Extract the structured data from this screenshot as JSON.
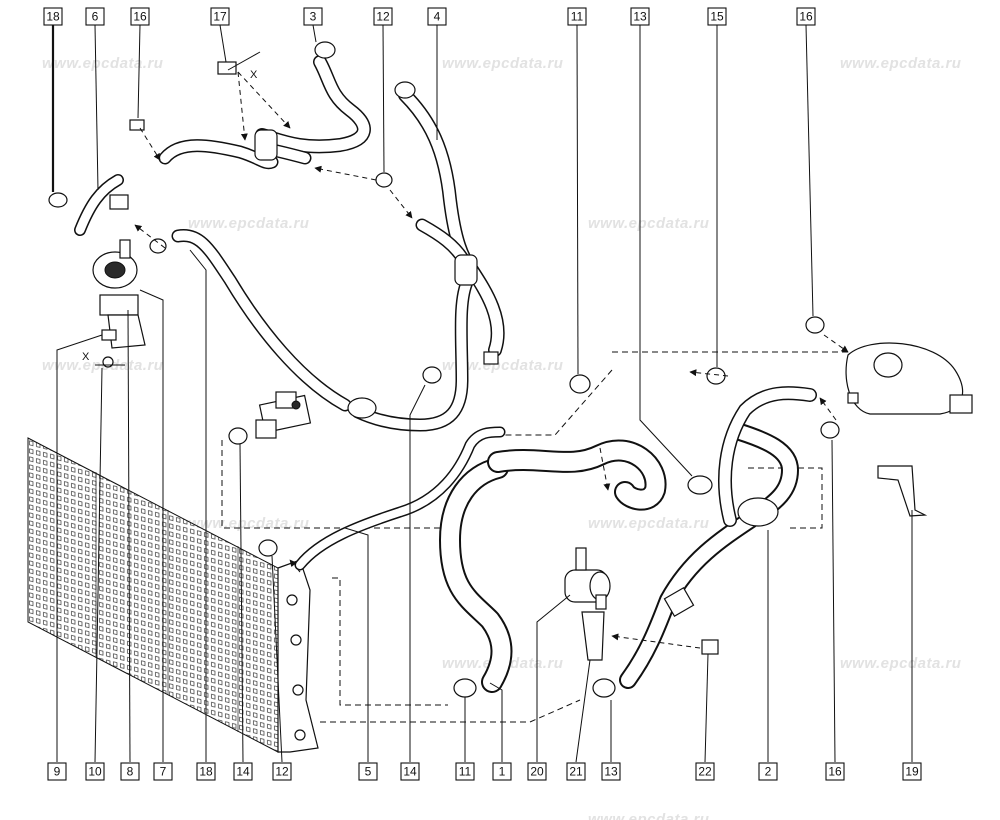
{
  "watermark": "www.epcdata.ru",
  "dimension_mark": "X",
  "callouts": {
    "top": [
      "18",
      "6",
      "16",
      "17",
      "3",
      "12",
      "4",
      "11",
      "13",
      "15",
      "16"
    ],
    "bottom": [
      "9",
      "10",
      "8",
      "7",
      "18",
      "14",
      "12",
      "5",
      "14",
      "11",
      "1",
      "20",
      "21",
      "13",
      "22",
      "2",
      "16",
      "19"
    ]
  }
}
